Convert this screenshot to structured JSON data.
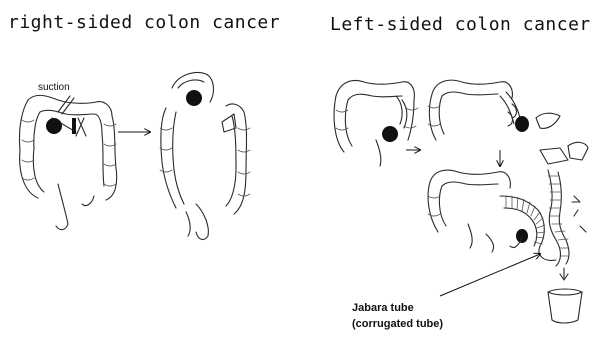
{
  "right_panel": {
    "title": "right-sided colon cancer",
    "suction_label": "suction"
  },
  "left_panel": {
    "title": "Left-sided colon cancer",
    "tube_label_line1": "Jabara tube",
    "tube_label_line2": "(corrugated tube)"
  }
}
